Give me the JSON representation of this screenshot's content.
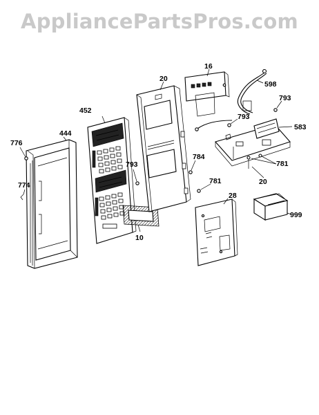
{
  "watermark": "AppliancePartsPros.com",
  "parts": [
    {
      "id": "776",
      "label": "776"
    },
    {
      "id": "444",
      "label": "444"
    },
    {
      "id": "774",
      "label": "774"
    },
    {
      "id": "452",
      "label": "452"
    },
    {
      "id": "793a",
      "label": "793"
    },
    {
      "id": "10",
      "label": "10"
    },
    {
      "id": "20a",
      "label": "20"
    },
    {
      "id": "784",
      "label": "784"
    },
    {
      "id": "781a",
      "label": "781"
    },
    {
      "id": "16",
      "label": "16"
    },
    {
      "id": "598",
      "label": "598"
    },
    {
      "id": "793b",
      "label": "793"
    },
    {
      "id": "793c",
      "label": "793"
    },
    {
      "id": "583",
      "label": "583"
    },
    {
      "id": "781b",
      "label": "781"
    },
    {
      "id": "20b",
      "label": "20"
    },
    {
      "id": "28",
      "label": "28"
    },
    {
      "id": "999",
      "label": "999"
    }
  ]
}
